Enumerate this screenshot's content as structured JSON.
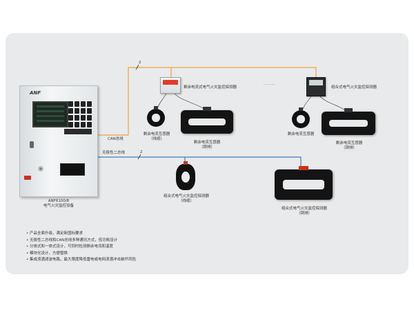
{
  "controller": {
    "brand": "ANF",
    "model": "ANF6100/8",
    "name": "电气火灾监控设备"
  },
  "buses": {
    "can": "CAN总线",
    "nonpolar": "无极性二总线",
    "mark_can": "2",
    "mark_nonpolar": "2"
  },
  "devices": {
    "split_detector": "剩余电流式电气火灾监控探测器",
    "combined_detector_top": "组合式电气火灾监控探测器",
    "ct_cable_1": [
      "剩余电流互感器",
      "（线缆）"
    ],
    "ct_copper_1": [
      "剩余电流互感器",
      "（铜排）"
    ],
    "ct_cable_2": "剩余电流互感器",
    "ct_copper_2": [
      "剩余电流互感器",
      "（铜排）"
    ],
    "combined_cable": [
      "组合式电气火灾监控探测器",
      "（线缆）"
    ],
    "combined_copper": [
      "组合式电气火灾监控探测器",
      "（铜排）"
    ],
    "ellipsis": "......"
  },
  "features": [
    "产品全面升级，满足新国标要求",
    "无极性二总线和CAN总线多种通讯方式，低功耗设计",
    "分体式和一体式设计，可同时检测剩余电流和温度",
    "模块化设计，方便替换",
    "集成浪涌滤波电路，最大限度降低雷电或电网浪涌冲击破坏风险"
  ],
  "colors": {
    "can_bus": "#f0a040",
    "nonpolar_bus": "#3a7fc0",
    "panel_bg": "#e9eaeb"
  }
}
